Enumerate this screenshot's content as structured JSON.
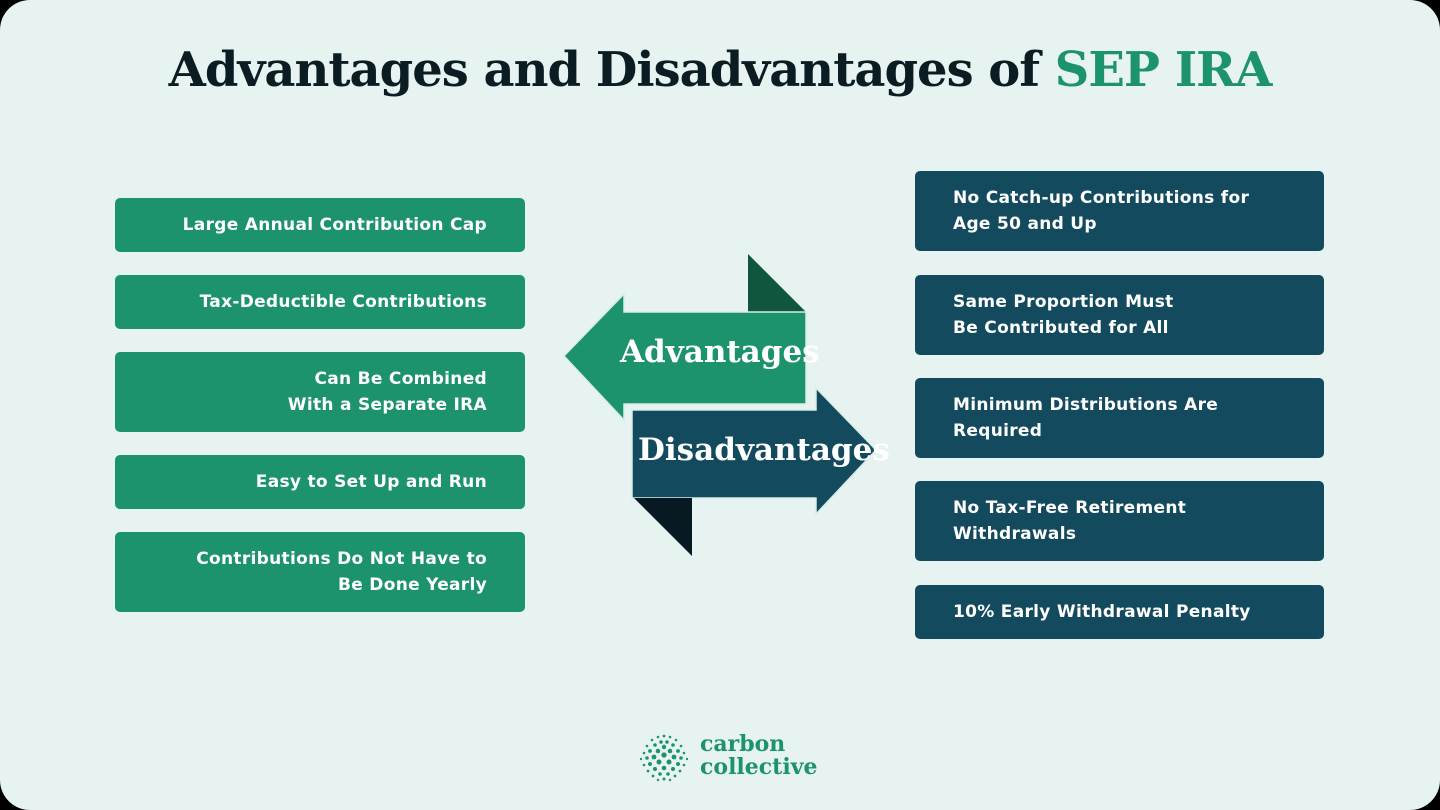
{
  "title": {
    "main": "Advantages and Disadvantages of ",
    "accent": "SEP IRA"
  },
  "colors": {
    "background": "#e6f3f1",
    "advantage_green": "#1c936d",
    "advantage_fold": "#10563f",
    "disadvantage_teal": "#144a5e",
    "disadvantage_fold": "#071a21",
    "title_dark": "#0b1d22"
  },
  "center": {
    "advantages_label": "Advantages",
    "disadvantages_label": "Disadvantages"
  },
  "advantages": [
    {
      "text": "Large Annual Contribution Cap"
    },
    {
      "text": "Tax-Deductible Contributions"
    },
    {
      "text": "Can Be Combined With a Separate IRA"
    },
    {
      "text": "Easy to Set Up and Run"
    },
    {
      "text": "Contributions Do Not Have to Be Done Yearly"
    }
  ],
  "disadvantages": [
    {
      "text": "No Catch-up Contributions for Age 50 and Up"
    },
    {
      "text": "Same Proportion Must Be Contributed for All"
    },
    {
      "text": "Minimum Distributions Are Required"
    },
    {
      "text": "No Tax-Free Retirement Withdrawals"
    },
    {
      "text": "10% Early Withdrawal Penalty"
    }
  ],
  "logo": {
    "line1": "carbon",
    "line2": "collective",
    "icon": "dotted-sphere-icon"
  }
}
